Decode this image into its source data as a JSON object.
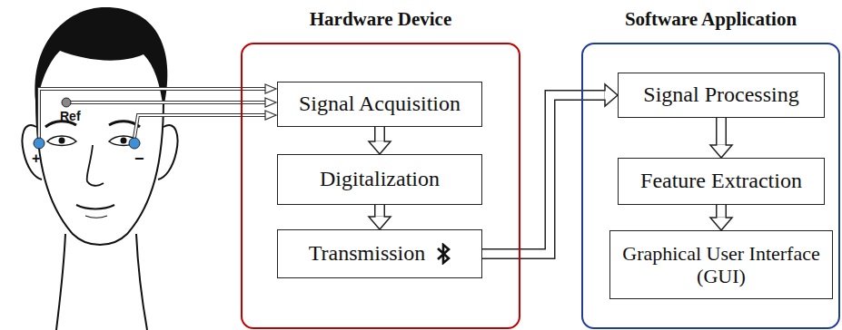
{
  "diagram": {
    "nodes": [
      {
        "text": [
          "Hardware Device"
        ]
      },
      {
        "text": [
          "Signal Acquisition"
        ],
        "in": 0
      },
      {
        "text": [
          "Digitalization"
        ],
        "in": 0
      },
      {
        "text": [
          "Transmission"
        ],
        "in": 0
      },
      {
        "text": [
          "Software Application"
        ]
      },
      {
        "text": [
          "Signal Processing"
        ],
        "in": 4
      },
      {
        "text": [
          "Feature Extraction"
        ],
        "in": 4
      },
      {
        "text": [
          "Graphical User Interface (GUI)"
        ],
        "in": 4
      }
    ],
    "edges": [
      {
        "from": 1,
        "to": 2,
        "arrow": "to"
      },
      {
        "from": 2,
        "to": 3,
        "arrow": "to"
      },
      {
        "from": 3,
        "to": 5,
        "arrow": "to"
      },
      {
        "from": 5,
        "to": 6,
        "arrow": "to"
      },
      {
        "from": 6,
        "to": 7,
        "arrow": "to"
      }
    ],
    "labels": [
      "Ref",
      "+",
      "−"
    ]
  }
}
